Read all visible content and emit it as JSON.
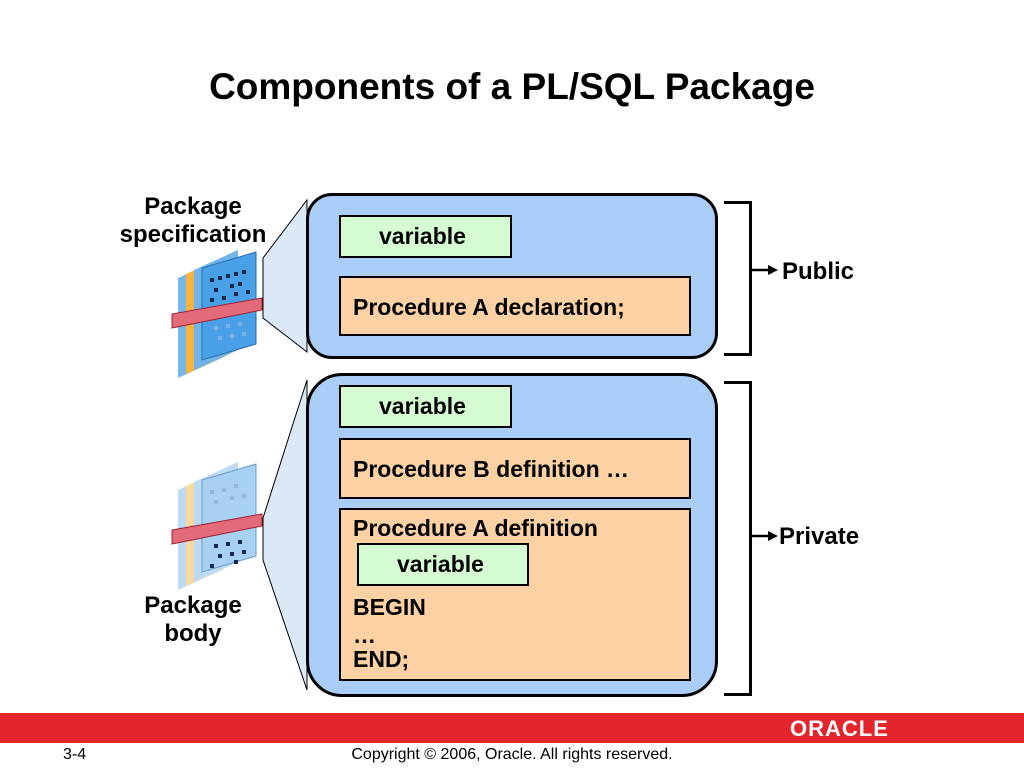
{
  "title": "Components of a PL/SQL Package",
  "left_labels": {
    "spec": "Package\nspecification",
    "body": "Package\nbody"
  },
  "spec_panel": {
    "variable": "variable",
    "procedure_a_declaration": "Procedure A declaration;"
  },
  "body_panel": {
    "variable": "variable",
    "procedure_b_definition": "Procedure B definition …",
    "procedure_a_definition": {
      "heading": "Procedure A definition",
      "variable": "variable",
      "begin": "BEGIN",
      "ellipsis": "…",
      "end": "END;"
    }
  },
  "right_labels": {
    "public": "Public",
    "private": "Private"
  },
  "footer": {
    "slide_number": "3-4",
    "copyright": "Copyright © 2006, Oracle.  All rights reserved.",
    "logo": "ORACLE"
  },
  "colors": {
    "panel_fill": "#a9cdf7",
    "variable_fill": "#d5fbd2",
    "procedure_fill": "#fcd2a4",
    "footer_bar": "#e4262c"
  }
}
